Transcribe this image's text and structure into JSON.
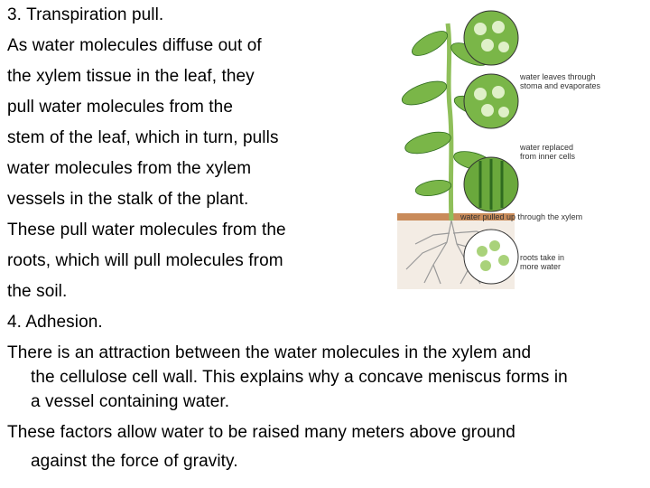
{
  "text": {
    "heading_transpiration": "3. Transpiration pull.",
    "transpiration_lines": [
      "As water molecules diffuse out of",
      "the xylem tissue in the leaf, they",
      "pull water molecules from the",
      "stem of the leaf, which in turn, pulls",
      "water molecules from the xylem",
      "vessels in the stalk of the plant.",
      "These pull water molecules from the",
      "roots, which will pull molecules from",
      "the soil."
    ],
    "heading_adhesion": "4. Adhesion.",
    "adhesion_lines": [
      "There is an attraction between the water molecules in the xylem and",
      "the cellulose cell wall. This explains why a concave meniscus forms in",
      "a vessel containing water.",
      "These factors allow water to be raised many meters above ground",
      "against the force of gravity."
    ]
  },
  "figure": {
    "labels": {
      "leaf": "water leaves through\nstoma and evaporates",
      "cells": "water replaced\nfrom inner cells",
      "xylem": "water pulled up through the xylem",
      "roots": "roots take in\nmore water"
    },
    "colors": {
      "leaf_green": "#7ab648",
      "dark_green": "#2f6b1f",
      "stem_green": "#8fbf5a",
      "soil_brown": "#c98b5a",
      "root_grey": "#9a9a9a"
    }
  }
}
